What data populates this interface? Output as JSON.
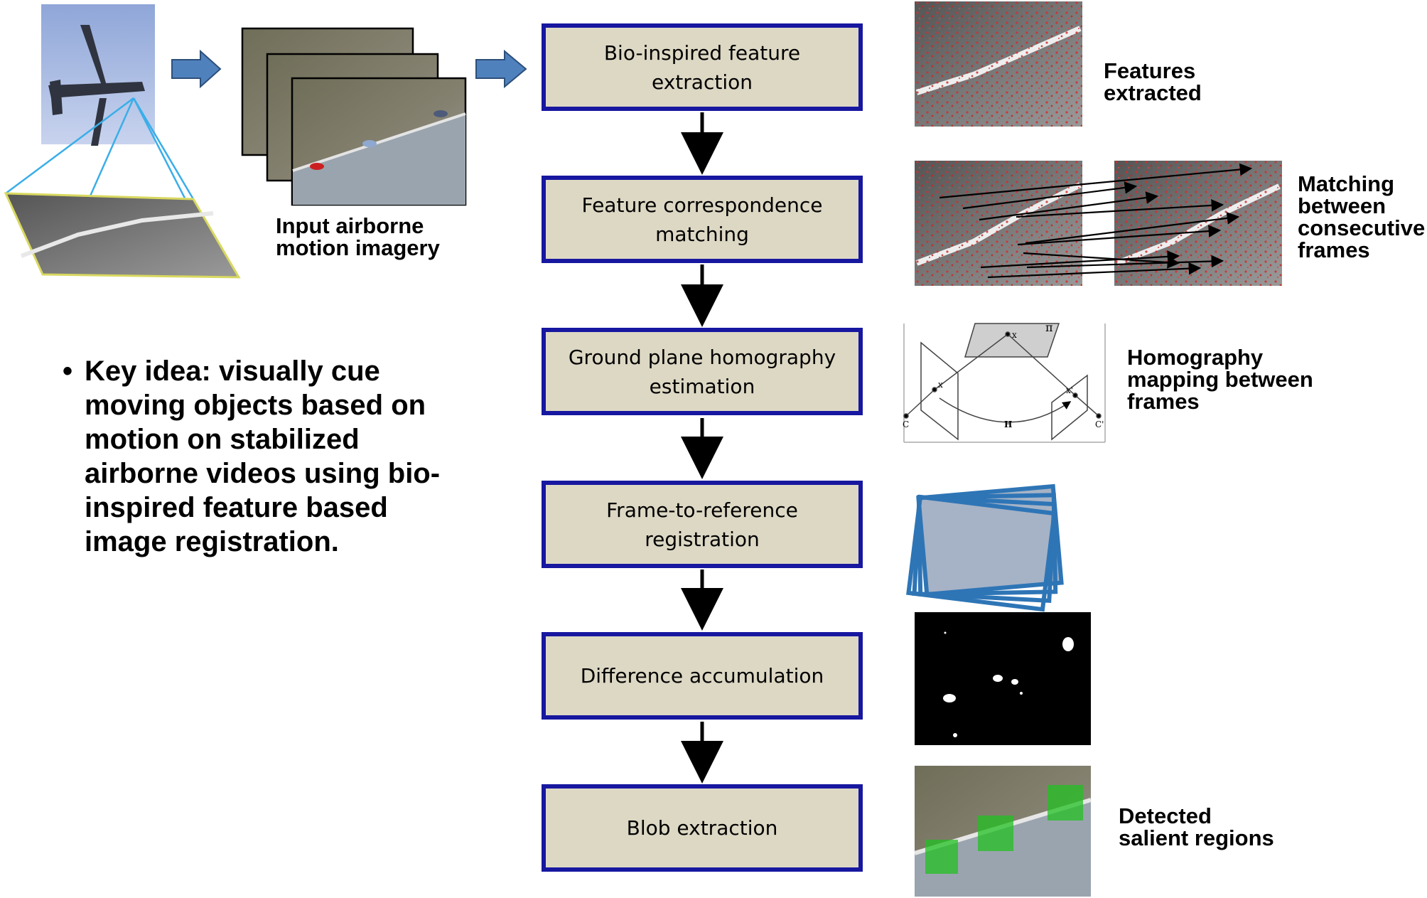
{
  "steps": [
    {
      "label": "Bio-inspired feature\nextraction"
    },
    {
      "label": "Feature correspondence\nmatching"
    },
    {
      "label": "Ground plane homography\nestimation"
    },
    {
      "label": "Frame-to-reference\nregistration"
    },
    {
      "label": "Difference accumulation"
    },
    {
      "label": "Blob extraction"
    }
  ],
  "labels": {
    "input": "Input airborne\nmotion imagery",
    "features": "Features\nextracted",
    "matching": "Matching\nbetween\nconsecutive\nframes",
    "homography": "Homography\nmapping between\nframes",
    "detected": "Detected\nsalient regions"
  },
  "key_idea": "Key idea: visually cue\nmoving objects based on\nmotion on stabilized\nairborne videos using bio-\ninspired feature based\nimage registration.",
  "homography_diagram": {
    "pi": "π",
    "x_pi": "x",
    "x": "x",
    "x_prime": "x'",
    "H": "H",
    "C_left": "C",
    "C_right": "C'"
  },
  "colors": {
    "step_fill": "#ddd8c4",
    "step_border": "#1717a0",
    "arrow_fill": "#4f81bd",
    "frame_blue": "#2e75b6",
    "detect_green": "#22c022"
  }
}
